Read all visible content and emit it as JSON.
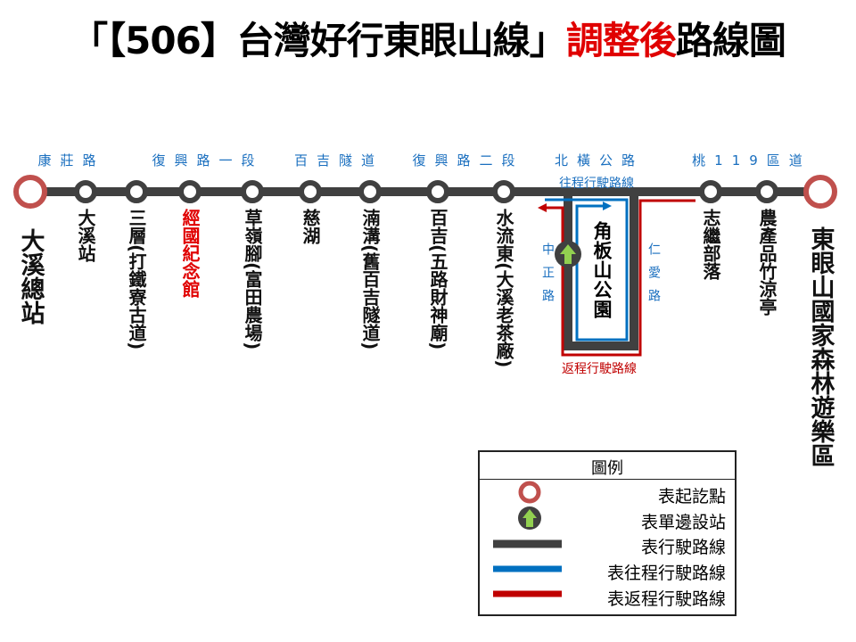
{
  "title": {
    "part1": "「【506】台灣好行東眼山線」",
    "part2": "調整後",
    "part3": "路線圖"
  },
  "roads": [
    "康莊路",
    "復興路一段",
    "百吉隧道",
    "復興路二段",
    "北橫公路",
    "桃119區道"
  ],
  "terminals": {
    "start": "大溪總站",
    "end": "東眼山國家森林遊樂區"
  },
  "stations": [
    "大溪站",
    "三層(打鐵寮古道)",
    "經國紀念館",
    "草嶺腳(富田農場)",
    "慈湖",
    "湳溝(舊百吉隧道)",
    "百吉(五路財神廟)",
    "水流東(大溪老茶廠)",
    "志繼部落",
    "農產品竹涼亭"
  ],
  "loop": {
    "outbound_label": "往程行駛路線",
    "return_label": "返程行駛路線",
    "left_road": "中正路",
    "right_road": "仁愛路",
    "park": "角板山公園"
  },
  "legend": {
    "title": "圖例",
    "items": [
      "表起訖點",
      "表單邊設站",
      "表行駛路線",
      "表往程行駛路線",
      "表返程行駛路線"
    ]
  },
  "colors": {
    "line": "#404040",
    "terminal": "#c0504d",
    "outbound": "#0070c0",
    "return": "#c00000",
    "arrow": "#92d050",
    "highlight": "#e00000"
  }
}
